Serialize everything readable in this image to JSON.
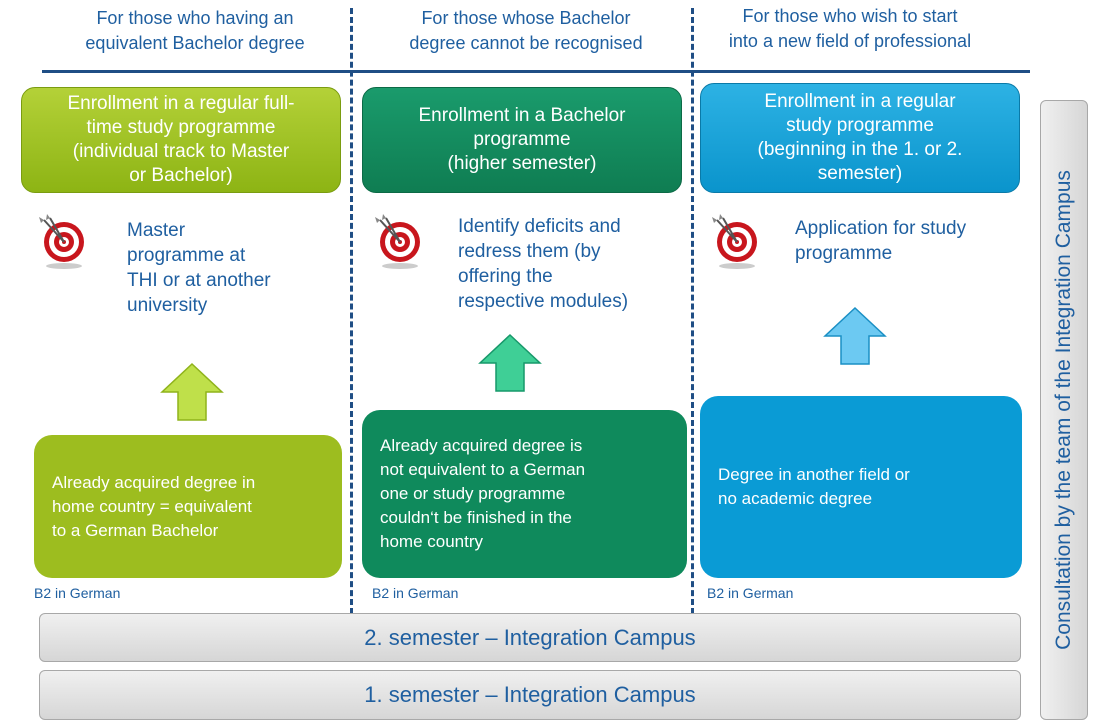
{
  "columns": [
    {
      "header": "For those who having an\nequivalent Bachelor degree",
      "top_box": "Enrollment in a regular full-\ntime study programme\n(individual track to Master\nor Bachelor)",
      "goal": "Master\nprogramme at\nTHI or at another\nuniversity",
      "bottom_box": "Already acquired degree in\nhome country = equivalent\nto a German Bachelor",
      "language": "B2 in German"
    },
    {
      "header": "For those whose Bachelor\ndegree cannot be recognised",
      "top_box": "Enrollment in a Bachelor\nprogramme\n(higher semester)",
      "goal": "Identify deficits and\nredress them (by\noffering the\nrespective modules)",
      "bottom_box": "Already acquired degree is\nnot equivalent to a German\none or study programme\ncouldn‘t be finished in the\nhome country",
      "language": "B2 in German"
    },
    {
      "header": "For those who wish to start\ninto a new field of professional",
      "top_box": "Enrollment in a regular\nstudy programme\n(beginning in the 1. or 2.\nsemester)",
      "goal": "Application for study\nprogramme",
      "bottom_box": "Degree in another field or\nno academic degree",
      "language": "B2 in German"
    }
  ],
  "semesters": {
    "second": "2. semester – Integration Campus",
    "first": "1. semester – Integration Campus"
  },
  "consultation": "Consultation by the team of the Integration Campus",
  "colors": {
    "column1": "#9dbd1f",
    "column2": "#0f8a5c",
    "column3": "#0a9bd5",
    "text_blue": "#1f5fa0",
    "divider": "#1f4e85"
  },
  "icons": [
    "target-icon",
    "up-arrow-icon"
  ]
}
